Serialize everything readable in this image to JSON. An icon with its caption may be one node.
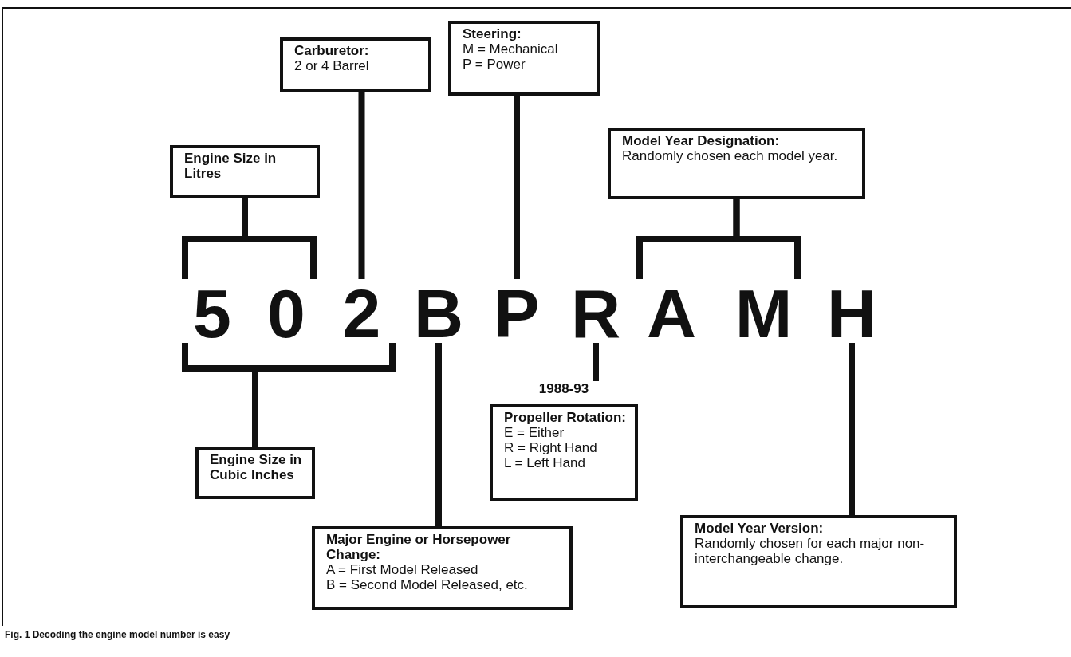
{
  "diagram": {
    "caption": "Fig. 1 Decoding the engine model number is easy",
    "nodes": [
      {
        "text": [
          "Carburetor:",
          "2 or 4 Barrel"
        ]
      },
      {
        "text": [
          "Steering:",
          "M = Mechanical",
          "P = Power"
        ]
      },
      {
        "text": [
          "Engine Size in Litres"
        ]
      },
      {
        "text": [
          "Model Year Designation:",
          "Randomly chosen each model year."
        ]
      },
      {
        "text": [
          "5"
        ]
      },
      {
        "text": [
          "0"
        ]
      },
      {
        "text": [
          "2"
        ]
      },
      {
        "text": [
          "B"
        ]
      },
      {
        "text": [
          "P"
        ]
      },
      {
        "text": [
          "R"
        ]
      },
      {
        "text": [
          "A"
        ]
      },
      {
        "text": [
          "M"
        ]
      },
      {
        "text": [
          "H"
        ]
      },
      {
        "text": [
          "Engine Size in Cubic Inches"
        ]
      },
      {
        "text": [
          "Propeller Rotation:",
          "E = Either",
          "R = Right Hand",
          "L = Left Hand"
        ],
        "beside": [
          "1988-93"
        ]
      },
      {
        "text": [
          "Model Year Version:",
          "Randomly chosen for each major non-interchangeable change."
        ]
      },
      {
        "text": [
          "Major Engine or Horsepower Change:",
          "A = First Model Released",
          "B = Second Model Released, etc."
        ]
      }
    ],
    "edges": [
      {
        "from": 2,
        "to": 4,
        "arrow": "none"
      },
      {
        "from": 2,
        "to": 5,
        "arrow": "none"
      },
      {
        "from": 0,
        "to": 6,
        "arrow": "none"
      },
      {
        "from": 1,
        "to": 8,
        "arrow": "none"
      },
      {
        "from": 3,
        "to": 10,
        "arrow": "none"
      },
      {
        "from": 3,
        "to": 11,
        "arrow": "none"
      },
      {
        "from": 13,
        "to": 4,
        "arrow": "none"
      },
      {
        "from": 13,
        "to": 5,
        "arrow": "none"
      },
      {
        "from": 13,
        "to": 6,
        "arrow": "none"
      },
      {
        "from": 16,
        "to": 7,
        "arrow": "none"
      },
      {
        "from": 14,
        "to": 9,
        "arrow": "none"
      },
      {
        "from": 15,
        "to": 12,
        "arrow": "none"
      }
    ]
  }
}
